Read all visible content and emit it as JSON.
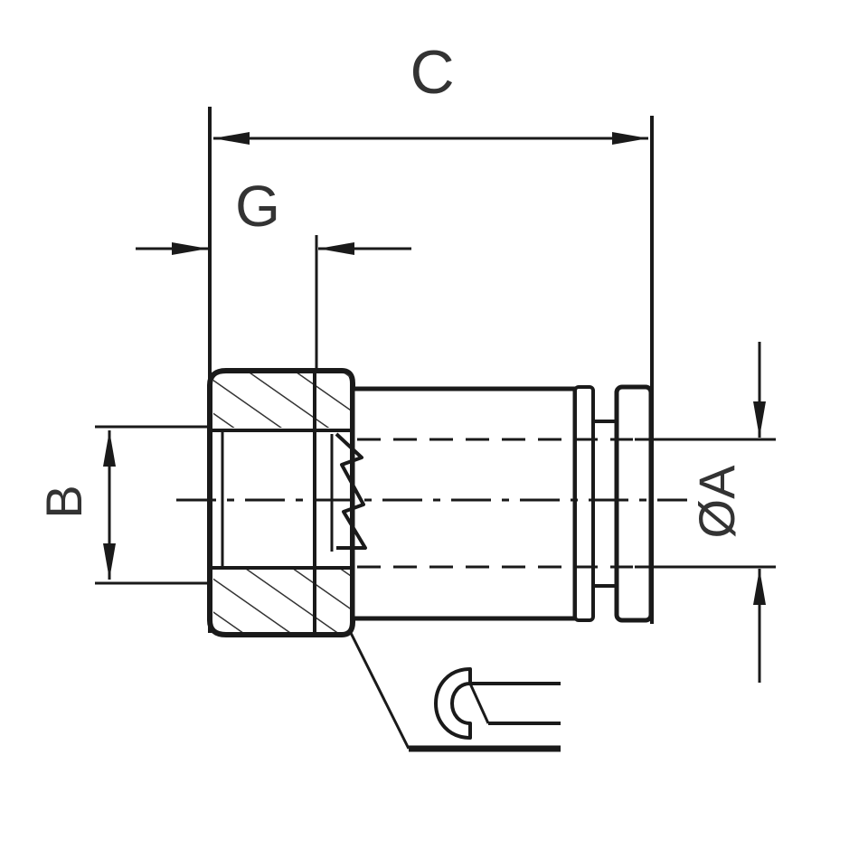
{
  "diagram": {
    "labels": {
      "overall_length": "C",
      "thread_length": "G",
      "bore_diameter": "B",
      "tube_diameter": "ØA"
    },
    "colors": {
      "line": "#1a1a1a",
      "text": "#333333",
      "hatch": "#333333",
      "background": "#ffffff"
    },
    "icons": [
      "wrench-icon"
    ]
  }
}
